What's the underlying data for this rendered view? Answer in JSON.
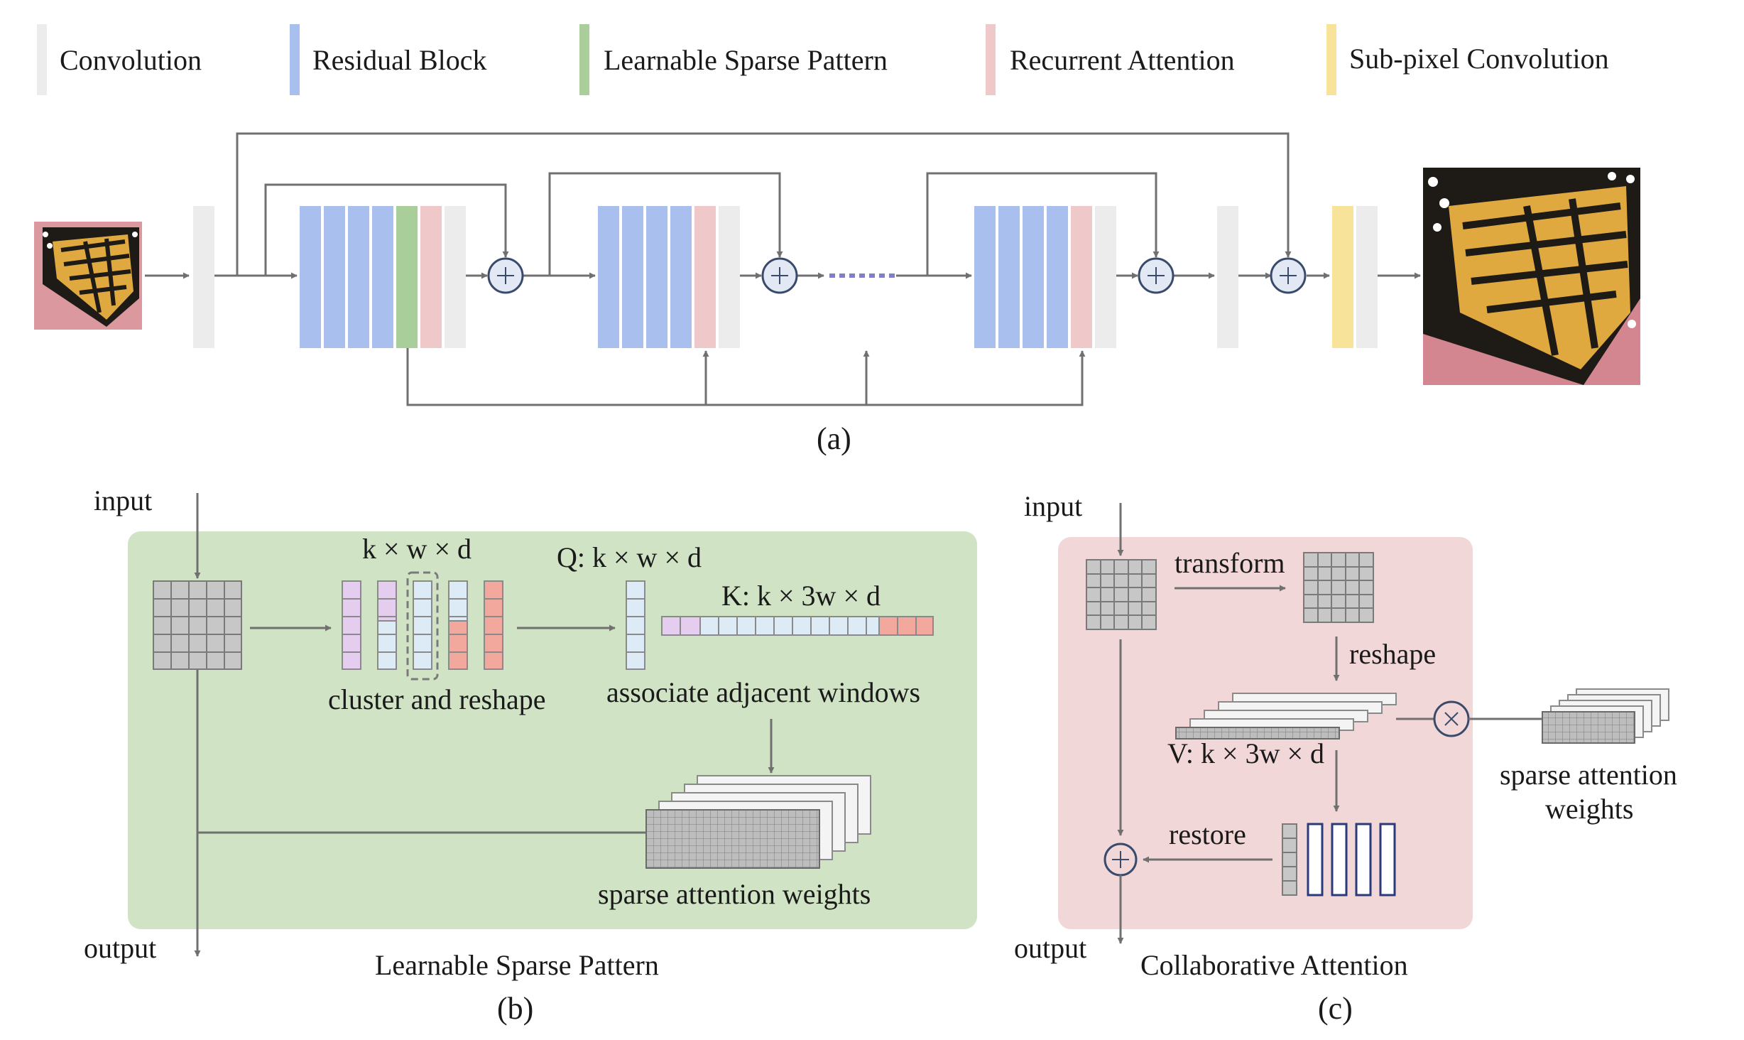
{
  "legend": [
    {
      "label": "Convolution",
      "color": "#ececec"
    },
    {
      "label": "Residual Block",
      "color": "#a9c0ef"
    },
    {
      "label": "Learnable Sparse Pattern",
      "color": "#a9ce9a"
    },
    {
      "label": "Recurrent Attention",
      "color": "#efc9c9"
    },
    {
      "label": "Sub-pixel Convolution",
      "color": "#f7e39a"
    }
  ],
  "panel_a": {
    "caption": "(a)"
  },
  "panel_b": {
    "input": "input",
    "output": "output",
    "cluster_dims": "k × w × d",
    "cluster_text": "cluster and reshape",
    "q_label": "Q: k × w × d",
    "k_label": "K: k × 3w × d",
    "assoc_text": "associate adjacent windows",
    "weights_text": "sparse attention weights",
    "title": "Learnable Sparse Pattern",
    "caption": "(b)"
  },
  "panel_c": {
    "input": "input",
    "output": "output",
    "transform": "transform",
    "reshape": "reshape",
    "v_label": "V: k × 3w × d",
    "restore": "restore",
    "weights_text_1": "sparse attention",
    "weights_text_2": "weights",
    "title": "Collaborative Attention",
    "caption": "(c)"
  },
  "colors": {
    "conv": "#ececec",
    "residual": "#a9c0ef",
    "sparse": "#a9ce9a",
    "recurrent": "#efc9c9",
    "subpixel": "#f7e39a",
    "panel_b_bg": "#d0e3c5",
    "panel_c_bg": "#f1d7d8",
    "line": "#707070",
    "circle": "#3a4a6a",
    "dots": "#8080c8"
  }
}
